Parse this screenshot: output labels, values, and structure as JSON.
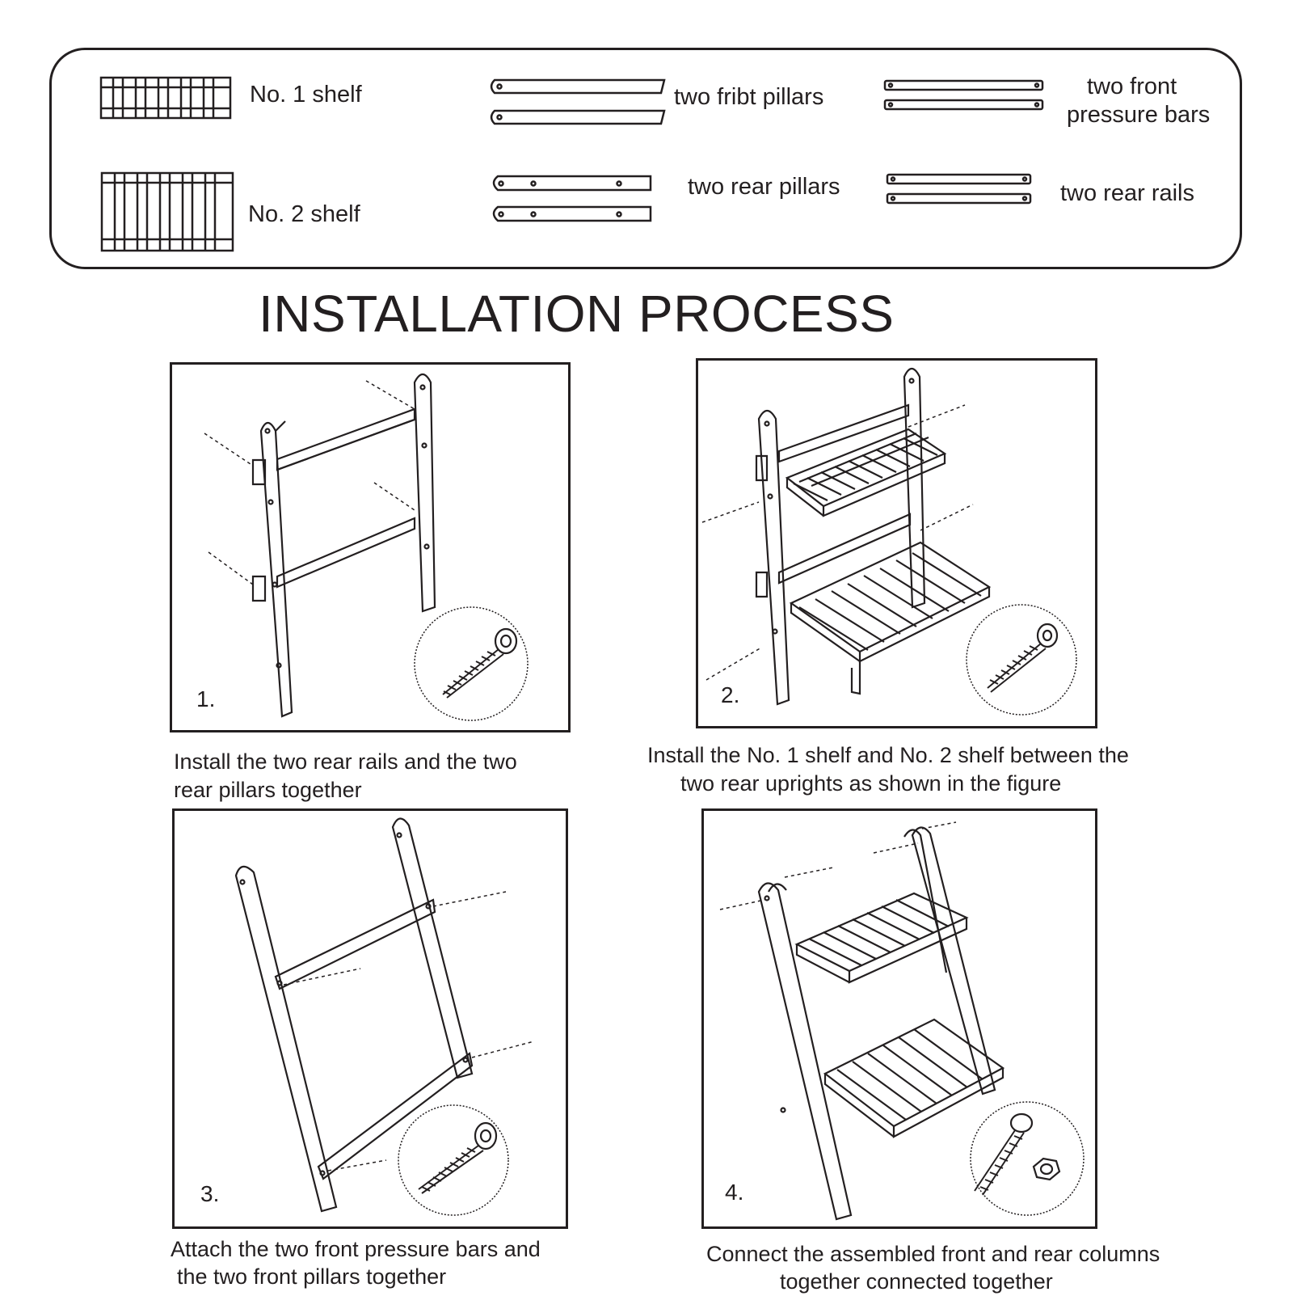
{
  "parts": {
    "shelf1": "No. 1 shelf",
    "shelf2": "No. 2 shelf",
    "front_pillars": "two fribt pillars",
    "rear_pillars": "two rear pillars",
    "front_bars_line1": "two front",
    "front_bars_line2": "pressure bars",
    "rear_rails": "two rear rails"
  },
  "title": "INSTALLATION PROCESS",
  "steps": [
    {
      "number": "1.",
      "caption_line1": "Install the two rear rails and the two",
      "caption_line2": "rear pillars together",
      "icon": "wood-screw-icon"
    },
    {
      "number": "2.",
      "caption_line1": "Install the No. 1 shelf and No. 2 shelf between the",
      "caption_line2": "two rear uprights as shown in the figure",
      "icon": "wood-screw-icon"
    },
    {
      "number": "3.",
      "caption_line1": "Attach the two front pressure bars and",
      "caption_line2": "the two front pillars together",
      "icon": "wood-screw-icon"
    },
    {
      "number": "4.",
      "caption_line1": "Connect the assembled front and rear columns",
      "caption_line2": "together connected together",
      "icon": "bolt-and-nut-icon"
    }
  ]
}
